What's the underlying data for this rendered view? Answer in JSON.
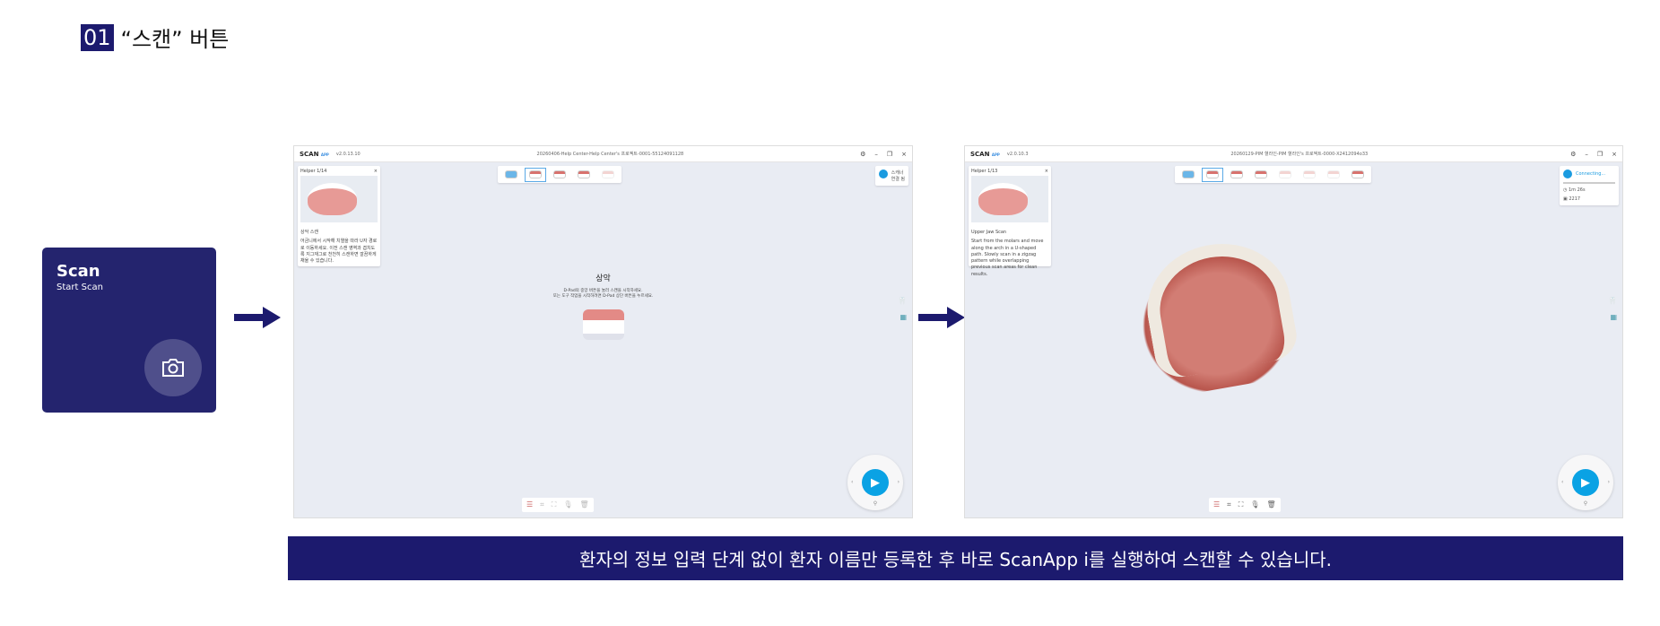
{
  "heading": {
    "number": "01",
    "text": "“스캔” 버튼"
  },
  "scan_card": {
    "title": "Scan",
    "subtitle": "Start Scan"
  },
  "screen1": {
    "logo": "SCAN",
    "logo_sub": "APP",
    "version": "v2.0.13.10",
    "title": "20260406-Help Center-Help Center's 프로젝트-0001-55124091128",
    "helper": {
      "nav": "Helper 1/14",
      "heading": "상악 스캔",
      "body": "어금니에서 시작해 치열을 따라 U자 경로로 이동하세요. 이전 스캔 영역과 겹치도록 지그재그로 천천히 스캔하면 깔끔하게 채울 수 있습니다."
    },
    "status": {
      "line1": "스캐너",
      "line2": "연결 됨"
    },
    "center": {
      "title": "상악",
      "line1": "D-Pad의 중앙 버튼을 눌러 스캔을 시작하세요.",
      "line2": "또는 도구 작업을 시작하려면 D-Pad 상단 버튼을 누르세요."
    }
  },
  "screen2": {
    "logo": "SCAN",
    "logo_sub": "APP",
    "version": "v2.0.10.3",
    "title": "20260129-PIM 혈라인-PIM 혈라인's 프로젝트-0000-X2412094o33",
    "helper": {
      "nav": "Helper 1/13",
      "heading": "Upper Jaw Scan",
      "body": "Start from the molars and move along the arch in a U-shaped path. Slowly scan in a zigzag pattern while overlapping previous scan areas for clean results."
    },
    "status": {
      "line1": "Connecting...",
      "time": "1m 26s",
      "count": "2217"
    }
  },
  "banner": "환자의 정보 입력 단계 없이 환자 이름만 등록한 후 바로 ScanApp i를 실행하여 스캔할 수 있습니다.",
  "colors": {
    "navy": "#1c1a6e",
    "accent": "#0aa2e4"
  }
}
